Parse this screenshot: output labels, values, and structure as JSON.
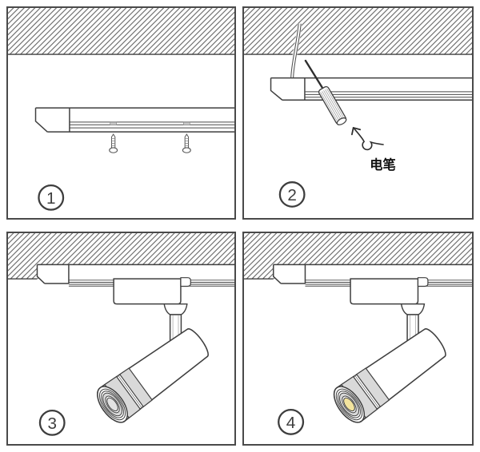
{
  "title": "track light installation steps",
  "steps": [
    {
      "number": "1"
    },
    {
      "number": "2"
    },
    {
      "number": "3"
    },
    {
      "number": "4"
    }
  ],
  "labels": {
    "test_pen": "电笔"
  },
  "colors": {
    "line": "#3f3f3f",
    "panel_border": "#4a4a4a",
    "hatch": "#5a5a5a",
    "gray_fill": "#d9d9d9",
    "lens_off": "#e2e2e2",
    "lens_on": "#f2e39e",
    "label_text": "#111111"
  }
}
